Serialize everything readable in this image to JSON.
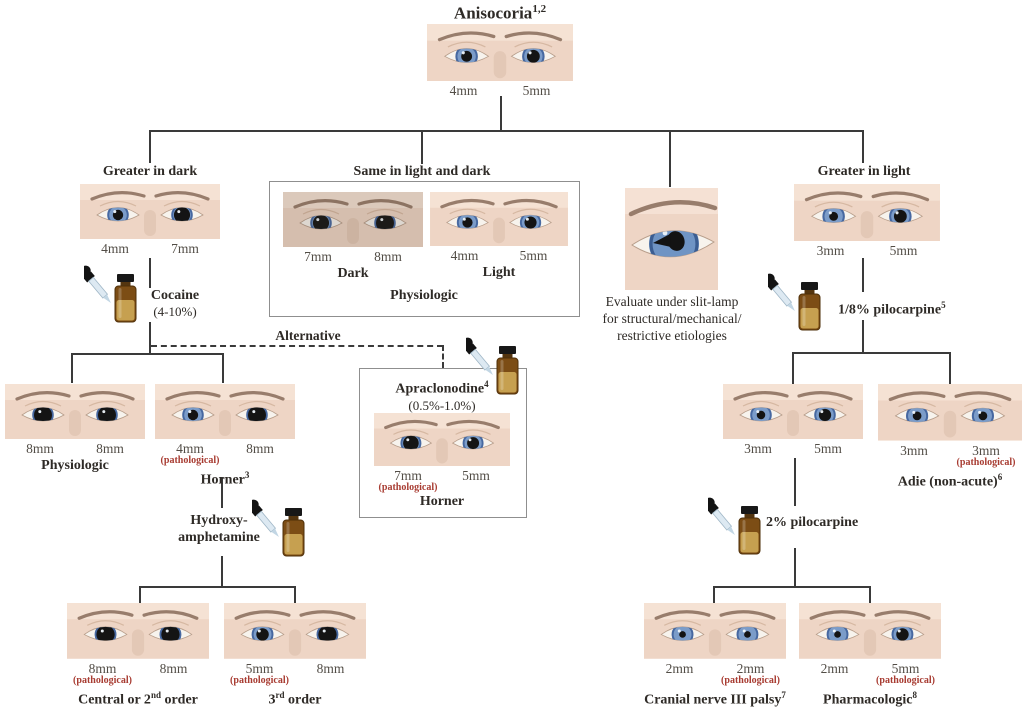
{
  "title": {
    "text": "Anisocoria",
    "sup": "1,2"
  },
  "branch_labels": {
    "dark": "Greater in dark",
    "same": "Same in light and dark",
    "light": "Greater in light"
  },
  "alternative_label": "Alternative",
  "drugs": {
    "cocaine": {
      "name": "Cocaine",
      "dose": "(4-10%)"
    },
    "apraclonodine": {
      "name": "Apraclonodine",
      "sup": "4",
      "dose": "(0.5%-1.0%)"
    },
    "hydroxy": {
      "line1": "Hydroxy-",
      "line2": "amphetamine"
    },
    "pilo18": {
      "name": "1/8% pilocarpine",
      "sup": "5"
    },
    "pilo2": {
      "name": "2% pilocarpine"
    }
  },
  "slit": {
    "line1": "Evaluate under slit-lamp",
    "line2": "for structural/mechanical/",
    "line3": "restrictive etiologies"
  },
  "box_same": {
    "physiologic": "Physiologic"
  },
  "nodes": {
    "root": {
      "l": "4mm",
      "r": "5mm",
      "mm": [
        4,
        5
      ]
    },
    "dark": {
      "l": "4mm",
      "r": "7mm",
      "mm": [
        4,
        7
      ]
    },
    "boxDark": {
      "l": "7mm",
      "r": "8mm",
      "mm": [
        7,
        8
      ],
      "caption": "Dark",
      "dim": true
    },
    "boxLight": {
      "l": "4mm",
      "r": "5mm",
      "mm": [
        4,
        5
      ],
      "caption": "Light"
    },
    "light": {
      "l": "3mm",
      "r": "5mm",
      "mm": [
        3,
        5
      ]
    },
    "phys": {
      "l": "8mm",
      "r": "8mm",
      "mm": [
        8,
        8
      ],
      "caption": "Physiologic"
    },
    "horner": {
      "l": "4mm",
      "r": "8mm",
      "mm": [
        4,
        8
      ],
      "path": "(pathological)",
      "caption": "Horner",
      "sup": "3"
    },
    "apra": {
      "l": "7mm",
      "r": "5mm",
      "mm": [
        7,
        5
      ],
      "path": "(pathological)",
      "caption": "Horner"
    },
    "central": {
      "l": "8mm",
      "r": "8mm",
      "mm": [
        8,
        8
      ],
      "path": "(pathological)",
      "cap1": "Central or 2",
      "capsup": "nd",
      "cap2": " order"
    },
    "third": {
      "l": "5mm",
      "r": "8mm",
      "mm": [
        5,
        8
      ],
      "path": "(pathological)",
      "cap1": "3",
      "capsup": "rd",
      "cap2": " order"
    },
    "pilA": {
      "l": "3mm",
      "r": "5mm",
      "mm": [
        3,
        5
      ]
    },
    "adie": {
      "l": "3mm",
      "r": "3mm",
      "mm": [
        3,
        3
      ],
      "path": "(pathological)",
      "caption": "Adie (non-acute)",
      "sup": "6"
    },
    "cn3": {
      "l": "2mm",
      "r": "2mm",
      "mm": [
        2,
        2
      ],
      "path": "(pathological)",
      "caption": "Cranial nerve III palsy",
      "sup": "7"
    },
    "pharm": {
      "l": "2mm",
      "r": "5mm",
      "mm": [
        2,
        5
      ],
      "path": "(pathological)",
      "caption": "Pharmacologic",
      "sup": "8"
    }
  },
  "colors": {
    "line": "#3a3a3a",
    "pathological_red": "#a83c32",
    "text": "#2e2a26",
    "iris_blue": "#7b9cc9"
  }
}
